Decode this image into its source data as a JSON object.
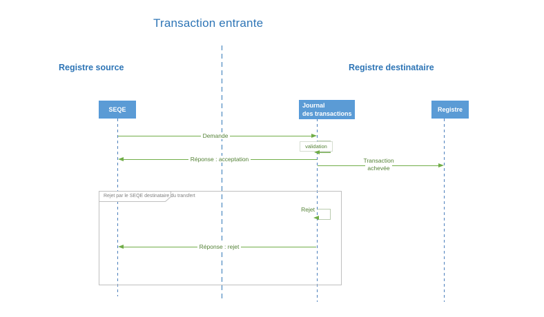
{
  "title": "Transaction entrante",
  "lanes": {
    "source": "Registre source",
    "destination": "Registre destinataire"
  },
  "actors": {
    "seqe": {
      "label": "SEQE"
    },
    "journal": {
      "label": "Journal des transactions",
      "line1": "Journal",
      "line2": "des transactions"
    },
    "registre": {
      "label": "Registre"
    }
  },
  "messages": [
    {
      "label": "Demande",
      "from": "SEQE",
      "to": "Journal des transactions",
      "kind": "arrow-right"
    },
    {
      "label": "validation",
      "from": "Journal des transactions",
      "to": "Journal des transactions",
      "kind": "self"
    },
    {
      "label": "Réponse : acceptation",
      "from": "Journal des transactions",
      "to": "SEQE",
      "kind": "arrow-left"
    },
    {
      "label": "Transaction achevée",
      "label_lines": [
        "Transaction",
        "achevée"
      ],
      "from": "Journal des transactions",
      "to": "Registre",
      "kind": "arrow-right"
    },
    {
      "label": "Rejet",
      "from": "Journal des transactions",
      "to": "Journal des transactions",
      "kind": "self"
    },
    {
      "label": "Réponse : rejet",
      "from": "Journal des transactions",
      "to": "SEQE",
      "kind": "arrow-left"
    }
  ],
  "fragment": {
    "label": "Rejet par le SEQE destinataire du transfert"
  },
  "colors": {
    "accent_blue": "#2e75b6",
    "actor_fill": "#5b9bd5",
    "arrow_green": "#70ad47",
    "label_green": "#538135",
    "frame_gray": "#bfbfbf",
    "lifeline_blue": "#4a7ebb"
  }
}
